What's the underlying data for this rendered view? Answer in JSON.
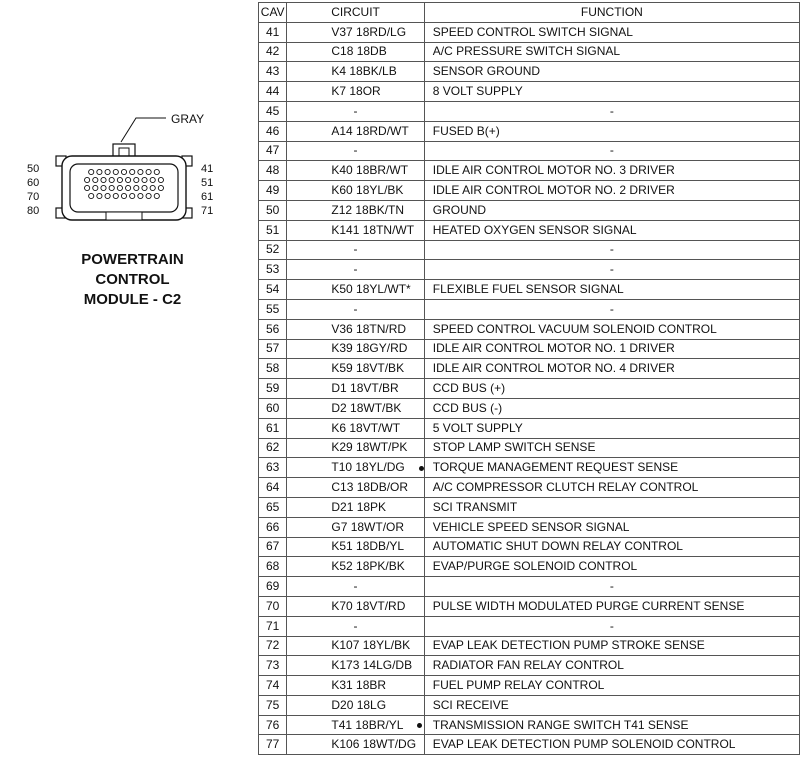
{
  "connector": {
    "color_label": "GRAY",
    "left_pins": [
      "50",
      "60",
      "70",
      "80"
    ],
    "right_pins": [
      "41",
      "51",
      "61",
      "71"
    ],
    "title_lines": [
      "POWERTRAIN",
      "CONTROL",
      "MODULE - C2"
    ]
  },
  "table": {
    "headers": {
      "cav": "CAV",
      "circuit": "CIRCUIT",
      "function": "FUNCTION"
    },
    "rows": [
      {
        "cav": "41",
        "circuit": "V37 18RD/LG",
        "function": "SPEED CONTROL SWITCH SIGNAL"
      },
      {
        "cav": "42",
        "circuit": "C18 18DB",
        "function": "A/C PRESSURE SWITCH SIGNAL"
      },
      {
        "cav": "43",
        "circuit": "K4 18BK/LB",
        "function": "SENSOR GROUND"
      },
      {
        "cav": "44",
        "circuit": "K7 18OR",
        "function": "8 VOLT SUPPLY"
      },
      {
        "cav": "45",
        "circuit": "-",
        "function": "-"
      },
      {
        "cav": "46",
        "circuit": "A14 18RD/WT",
        "function": "FUSED B(+)"
      },
      {
        "cav": "47",
        "circuit": "-",
        "function": "-"
      },
      {
        "cav": "48",
        "circuit": "K40 18BR/WT",
        "function": "IDLE AIR CONTROL MOTOR NO. 3 DRIVER"
      },
      {
        "cav": "49",
        "circuit": "K60 18YL/BK",
        "function": "IDLE AIR CONTROL MOTOR NO. 2 DRIVER"
      },
      {
        "cav": "50",
        "circuit": "Z12 18BK/TN",
        "function": "GROUND"
      },
      {
        "cav": "51",
        "circuit": "K141 18TN/WT",
        "function": "HEATED OXYGEN SENSOR SIGNAL"
      },
      {
        "cav": "52",
        "circuit": "-",
        "function": "-"
      },
      {
        "cav": "53",
        "circuit": "-",
        "function": "-"
      },
      {
        "cav": "54",
        "circuit": "K50 18YL/WT*",
        "function": "FLEXIBLE FUEL SENSOR SIGNAL"
      },
      {
        "cav": "55",
        "circuit": "-",
        "function": "-"
      },
      {
        "cav": "56",
        "circuit": "V36 18TN/RD",
        "function": "SPEED CONTROL VACUUM SOLENOID CONTROL"
      },
      {
        "cav": "57",
        "circuit": "K39 18GY/RD",
        "function": "IDLE AIR CONTROL MOTOR NO. 1 DRIVER"
      },
      {
        "cav": "58",
        "circuit": "K59 18VT/BK",
        "function": "IDLE AIR CONTROL MOTOR NO. 4 DRIVER"
      },
      {
        "cav": "59",
        "circuit": "D1 18VT/BR",
        "function": "CCD BUS (+)"
      },
      {
        "cav": "60",
        "circuit": "D2 18WT/BK",
        "function": "CCD BUS (-)"
      },
      {
        "cav": "61",
        "circuit": "K6 18VT/WT",
        "function": "5 VOLT SUPPLY"
      },
      {
        "cav": "62",
        "circuit": "K29 18WT/PK",
        "function": "STOP LAMP SWITCH SENSE"
      },
      {
        "cav": "63",
        "circuit": "T10 18YL/DG",
        "function": "TORQUE MANAGEMENT REQUEST SENSE",
        "dot": true
      },
      {
        "cav": "64",
        "circuit": "C13 18DB/OR",
        "function": "A/C COMPRESSOR CLUTCH RELAY CONTROL"
      },
      {
        "cav": "65",
        "circuit": "D21 18PK",
        "function": "SCI TRANSMIT"
      },
      {
        "cav": "66",
        "circuit": "G7 18WT/OR",
        "function": "VEHICLE SPEED SENSOR SIGNAL"
      },
      {
        "cav": "67",
        "circuit": "K51 18DB/YL",
        "function": "AUTOMATIC SHUT DOWN RELAY CONTROL"
      },
      {
        "cav": "68",
        "circuit": "K52 18PK/BK",
        "function": "EVAP/PURGE SOLENOID CONTROL"
      },
      {
        "cav": "69",
        "circuit": "-",
        "function": "-"
      },
      {
        "cav": "70",
        "circuit": "K70 18VT/RD",
        "function": "PULSE WIDTH MODULATED PURGE CURRENT SENSE"
      },
      {
        "cav": "71",
        "circuit": "-",
        "function": "-"
      },
      {
        "cav": "72",
        "circuit": "K107 18YL/BK",
        "function": "EVAP LEAK DETECTION PUMP STROKE SENSE"
      },
      {
        "cav": "73",
        "circuit": "K173 14LG/DB",
        "function": "RADIATOR FAN RELAY CONTROL"
      },
      {
        "cav": "74",
        "circuit": "K31 18BR",
        "function": "FUEL PUMP RELAY CONTROL"
      },
      {
        "cav": "75",
        "circuit": "D20 18LG",
        "function": "SCI RECEIVE"
      },
      {
        "cav": "76",
        "circuit": "T41 18BR/YL",
        "function": "TRANSMISSION RANGE SWITCH T41 SENSE",
        "dot": true
      },
      {
        "cav": "77",
        "circuit": "K106 18WT/DG",
        "function": "EVAP LEAK DETECTION PUMP SOLENOID CONTROL"
      }
    ]
  }
}
